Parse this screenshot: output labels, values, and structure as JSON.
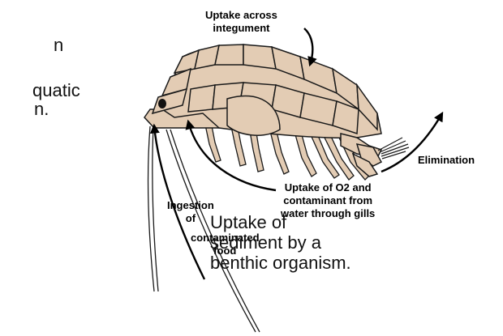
{
  "intro_fragments": [
    "n",
    "quatic",
    "n."
  ],
  "caption_lines": [
    "Uptake of",
    "sediment by a",
    "benthic organism."
  ],
  "labels": {
    "integument": [
      "Uptake across",
      "integument"
    ],
    "gills": [
      "Uptake of O2 and",
      "contaminant from",
      "water through gills"
    ],
    "food_top": [
      "Ingestion",
      "of"
    ],
    "food_bottom": [
      "contaminated",
      "food"
    ],
    "elimination": "Elimination"
  },
  "colors": {
    "body_fill": "#e3ccb4",
    "outline": "#1a1a1a",
    "arrow": "#000000"
  }
}
